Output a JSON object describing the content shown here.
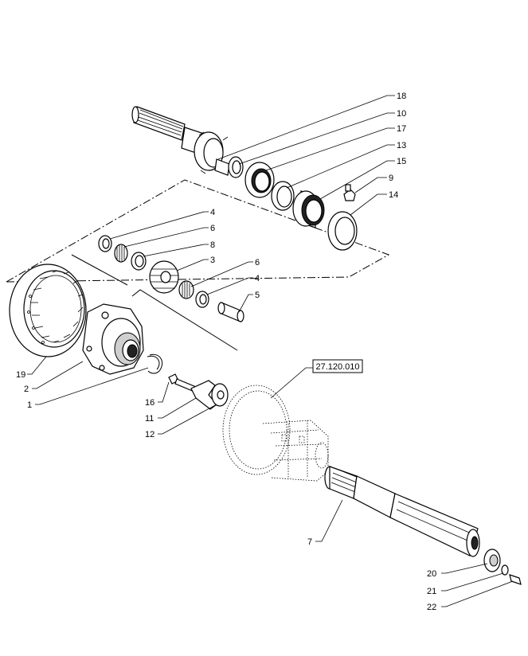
{
  "reference_label": "27.120.010",
  "callouts": {
    "c18": "18",
    "c10": "10",
    "c17": "17",
    "c13": "13",
    "c15": "15",
    "c9": "9",
    "c14": "14",
    "c4a": "4",
    "c6a": "6",
    "c8": "8",
    "c3": "3",
    "c6b": "6",
    "c4b": "4",
    "c5": "5",
    "c19": "19",
    "c2": "2",
    "c1": "1",
    "c16": "16",
    "c11": "11",
    "c12": "12",
    "c7": "7",
    "c20": "20",
    "c21": "21",
    "c22": "22"
  }
}
